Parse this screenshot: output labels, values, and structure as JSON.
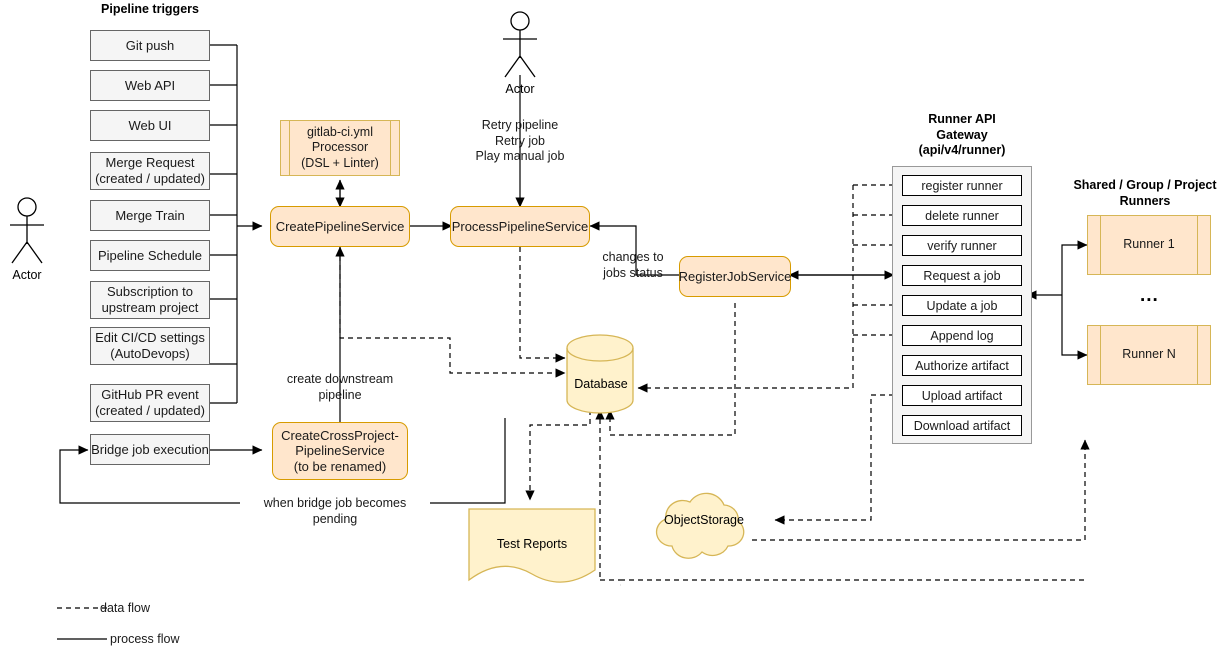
{
  "diagram": {
    "title": "GitLab CI pipeline architecture",
    "colors": {
      "service_fill": "#ffe6cc",
      "service_stroke": "#d79b00",
      "store_fill": "#fff2cc",
      "store_stroke": "#d6b656",
      "trigger_fill": "#f5f5f5",
      "trigger_stroke": "#666666",
      "panel_fill": "#f5f5f5",
      "panel_stroke": "#999999",
      "line": "#000000"
    }
  },
  "triggers": {
    "heading": "Pipeline triggers",
    "items": [
      {
        "label": "Git push"
      },
      {
        "label": "Web API"
      },
      {
        "label": "Web UI"
      },
      {
        "label": "Merge Request\n(created / updated)"
      },
      {
        "label": "Merge Train"
      },
      {
        "label": "Pipeline Schedule"
      },
      {
        "label": "Subscription to\nupstream project"
      },
      {
        "label": "Edit CI/CD settings\n(AutoDevops)"
      },
      {
        "label": "GitHub PR event\n(created / updated)"
      },
      {
        "label": "Bridge job execution"
      }
    ]
  },
  "actors": [
    {
      "name": "actor-left",
      "label": "Actor"
    },
    {
      "name": "actor-top",
      "label": "Actor"
    }
  ],
  "services": {
    "processor": "gitlab-ci.yml\nProcessor\n(DSL + Linter)",
    "create_pipeline": "CreatePipelineService",
    "process_pipeline": "ProcessPipelineService",
    "cross_project": "CreateCrossProject-\nPipelineService\n(to be renamed)",
    "register_job": "RegisterJobService"
  },
  "stores": {
    "database": "Database",
    "test_reports": "Test Reports",
    "object_storage": "ObjectStorage"
  },
  "gateway": {
    "heading": "Runner API\nGateway\n(api/v4/runner)",
    "endpoints": [
      {
        "label": "register runner"
      },
      {
        "label": "delete runner"
      },
      {
        "label": "verify runner"
      },
      {
        "label": "Request a job"
      },
      {
        "label": "Update a job"
      },
      {
        "label": "Append log"
      },
      {
        "label": "Authorize artifact"
      },
      {
        "label": "Upload artifact"
      },
      {
        "label": "Download artifact"
      }
    ]
  },
  "runners": {
    "heading": "Shared / Group / Project\nRunners",
    "items": [
      {
        "label": "Runner 1"
      },
      {
        "label": "Runner N"
      }
    ],
    "ellipsis": "..."
  },
  "edge_labels": {
    "retry": "Retry pipeline\nRetry job\nPlay manual job",
    "changes_to_jobs_status": "changes to\njobs status",
    "create_downstream": "create downstream\npipeline",
    "bridge_pending": "when bridge job becomes pending"
  },
  "legend": {
    "data_flow": "data flow",
    "process_flow": "process flow"
  }
}
